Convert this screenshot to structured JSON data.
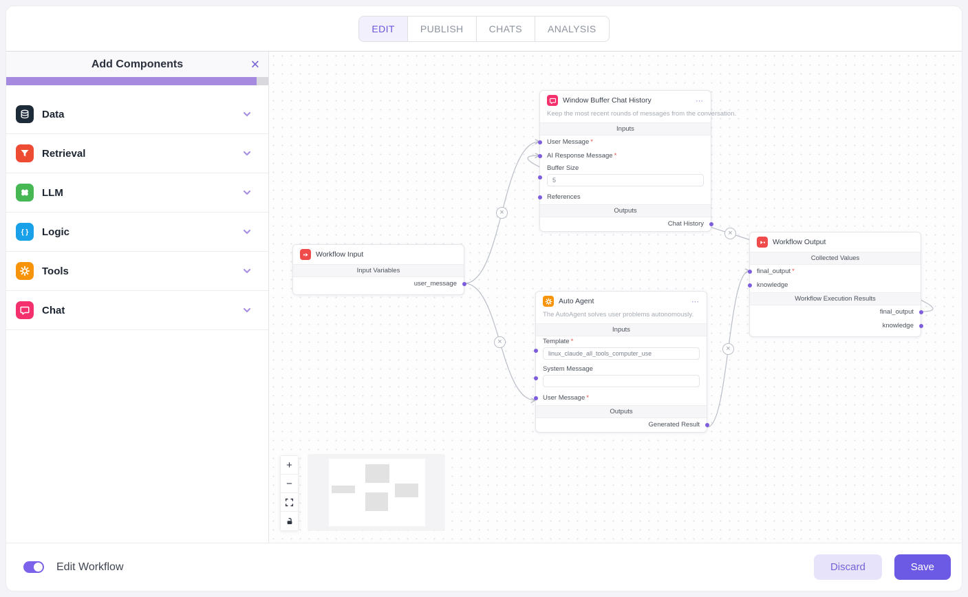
{
  "tabs": [
    {
      "label": "EDIT",
      "active": true
    },
    {
      "label": "PUBLISH",
      "active": false
    },
    {
      "label": "CHATS",
      "active": false
    },
    {
      "label": "ANALYSIS",
      "active": false
    }
  ],
  "sidebar": {
    "title": "Add Components",
    "close_icon": "✕",
    "sections": [
      {
        "label": "Data",
        "icon": "database-icon",
        "icon_bg": "#1d2a38"
      },
      {
        "label": "Retrieval",
        "icon": "funnel-icon",
        "icon_bg": "#ee4b33"
      },
      {
        "label": "LLM",
        "icon": "brain-icon",
        "icon_bg": "#45b854"
      },
      {
        "label": "Logic",
        "icon": "braces-icon",
        "icon_bg": "#18a0e8"
      },
      {
        "label": "Tools",
        "icon": "gear-icon",
        "icon_bg": "#f7940a"
      },
      {
        "label": "Chat",
        "icon": "chat-bubble-icon",
        "icon_bg": "#f5316d"
      }
    ]
  },
  "canvas": {
    "required_marker": "*",
    "nodes": {
      "workflow_input": {
        "title": "Workflow Input",
        "icon": "workflow-input-icon",
        "section_header": "Input Variables",
        "output_label": "user_message"
      },
      "window_buffer": {
        "title": "Window Buffer Chat History",
        "icon": "chat-bubble-icon",
        "menu_icon": "⋯",
        "description": "Keep the most recent rounds of messages from the conversation.",
        "inputs_header": "Inputs",
        "user_message_label": "User Message",
        "ai_response_label": "AI Response Message",
        "buffer_size_label": "Buffer Size",
        "buffer_size_value": "5",
        "references_label": "References",
        "outputs_header": "Outputs",
        "output_label": "Chat History"
      },
      "auto_agent": {
        "title": "Auto Agent",
        "icon": "gear-icon",
        "menu_icon": "⋯",
        "description": "The AutoAgent solves user problems autonomously.",
        "inputs_header": "Inputs",
        "template_label": "Template",
        "template_value": "linux_claude_all_tools_computer_use",
        "system_message_label": "System Message",
        "system_message_value": "",
        "user_message_label": "User Message",
        "outputs_header": "Outputs",
        "output_label": "Generated Result"
      },
      "workflow_output": {
        "title": "Workflow Output",
        "icon": "workflow-output-icon",
        "collected_header": "Collected Values",
        "final_output_label": "final_output",
        "knowledge_label": "knowledge",
        "results_header": "Workflow Execution Results",
        "final_output_result_label": "final_output",
        "knowledge_result_label": "knowledge"
      }
    },
    "controls": {
      "zoom_in": "+",
      "zoom_out": "−",
      "fit_view": "fit-view-icon",
      "interactivity": "lock-icon"
    }
  },
  "footer": {
    "toggle_label": "Edit Workflow",
    "discard_label": "Discard",
    "save_label": "Save"
  },
  "colors": {
    "accent": "#6d5ae4",
    "port": "#7d5cde",
    "edge": "#b9bec7",
    "required": "#e54d4d",
    "scrollbar_thumb": "#a58ae0",
    "io_icon_bg": "#ef4b4b"
  }
}
